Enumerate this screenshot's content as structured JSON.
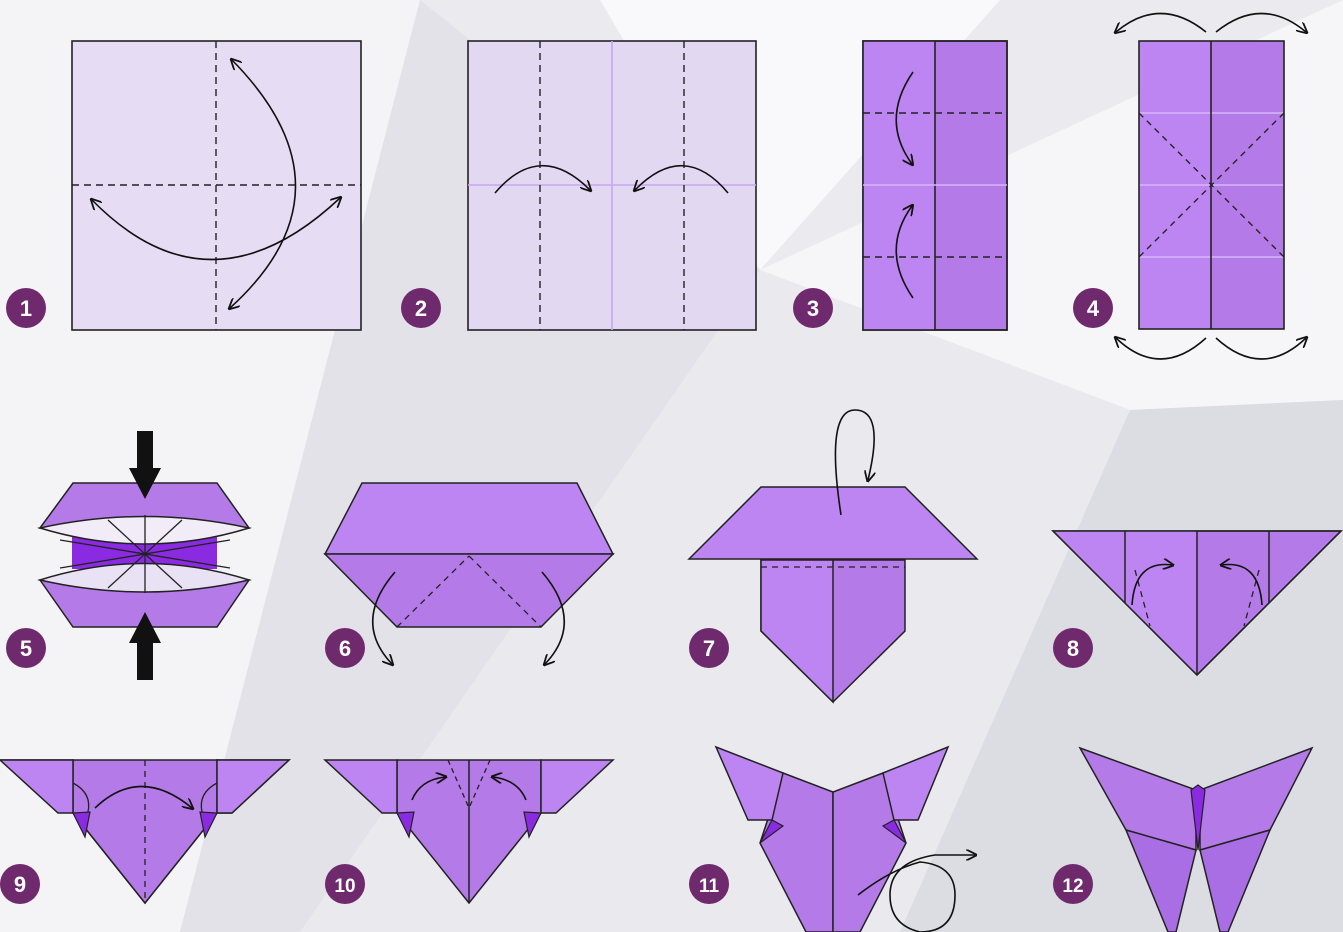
{
  "steps": [
    {
      "number": "1"
    },
    {
      "number": "2"
    },
    {
      "number": "3"
    },
    {
      "number": "4"
    },
    {
      "number": "5"
    },
    {
      "number": "6"
    },
    {
      "number": "7"
    },
    {
      "number": "8"
    },
    {
      "number": "9"
    },
    {
      "number": "10"
    },
    {
      "number": "11"
    },
    {
      "number": "12"
    }
  ],
  "colors": {
    "badge": "#6f2a6d",
    "paper_light": "#e8def5",
    "paper_mid": "#b87ef0",
    "paper_dark": "#8a2be2",
    "paper_shadow": "#a96ee3",
    "line": "#111111"
  }
}
